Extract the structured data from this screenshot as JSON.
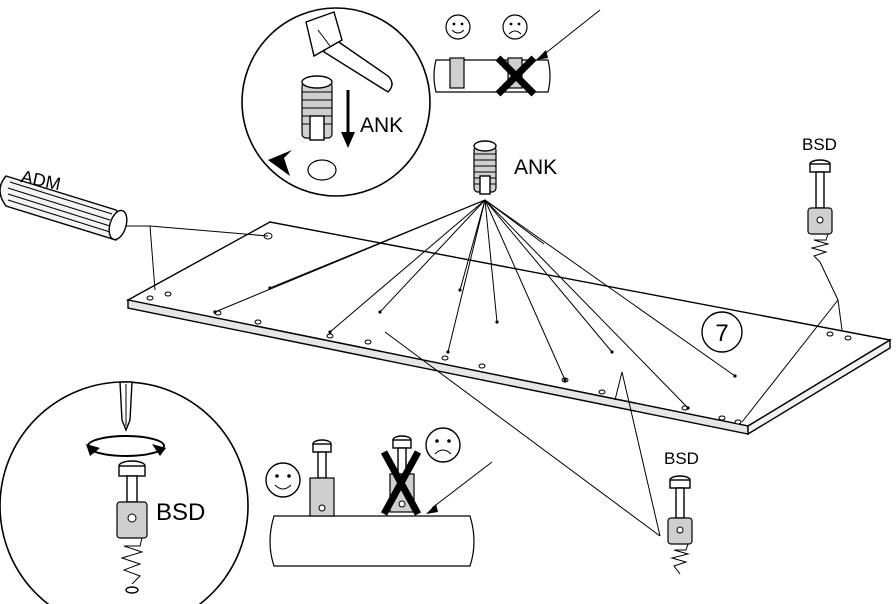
{
  "labels": {
    "adm": "ADM",
    "ank_detail": "ANK",
    "ank_main": "ANK",
    "bsd_top_right": "BSD",
    "bsd_bottom_right": "BSD",
    "bsd_detail": "BSD",
    "step_number": "7"
  },
  "icons": {
    "smiley_happy": "smiley-happy-icon",
    "smiley_sad": "smiley-sad-icon",
    "cross_wrong": "cross-mark-icon",
    "hammer": "hammer-icon",
    "screwdriver": "screwdriver-icon",
    "rotation_arrow": "rotate-arrow-icon"
  },
  "colors": {
    "ink": "#000000",
    "paper": "#ffffff",
    "part_shade": "#cfcfcf"
  }
}
